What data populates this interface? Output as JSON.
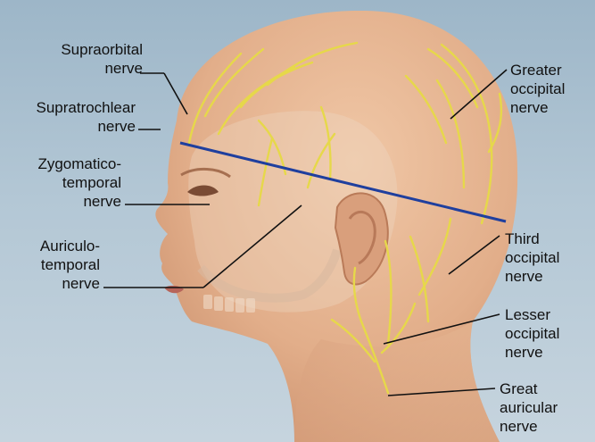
{
  "diagram": {
    "labels": {
      "supraorbital": [
        "Supraorbital",
        "nerve"
      ],
      "supratrochlear": [
        "Supratrochlear",
        "nerve"
      ],
      "zygomaticotemporal": [
        "Zygomatico-",
        "temporal",
        "nerve"
      ],
      "auriculotemporal": [
        "Auriculo-",
        "temporal",
        "nerve"
      ],
      "greater_occipital": [
        "Greater",
        "occipital",
        "nerve"
      ],
      "third_occipital": [
        "Third",
        "occipital",
        "nerve"
      ],
      "lesser_occipital": [
        "Lesser",
        "occipital",
        "nerve"
      ],
      "great_auricular": [
        "Great",
        "auricular",
        "nerve"
      ]
    },
    "colors": {
      "background": "#b3c7d5",
      "skin": "#e4b38f",
      "skin_shadow": "#c98e6b",
      "nerve": "#e6d84a",
      "plane_line": "#1f3f9e",
      "leader": "#111111"
    }
  }
}
